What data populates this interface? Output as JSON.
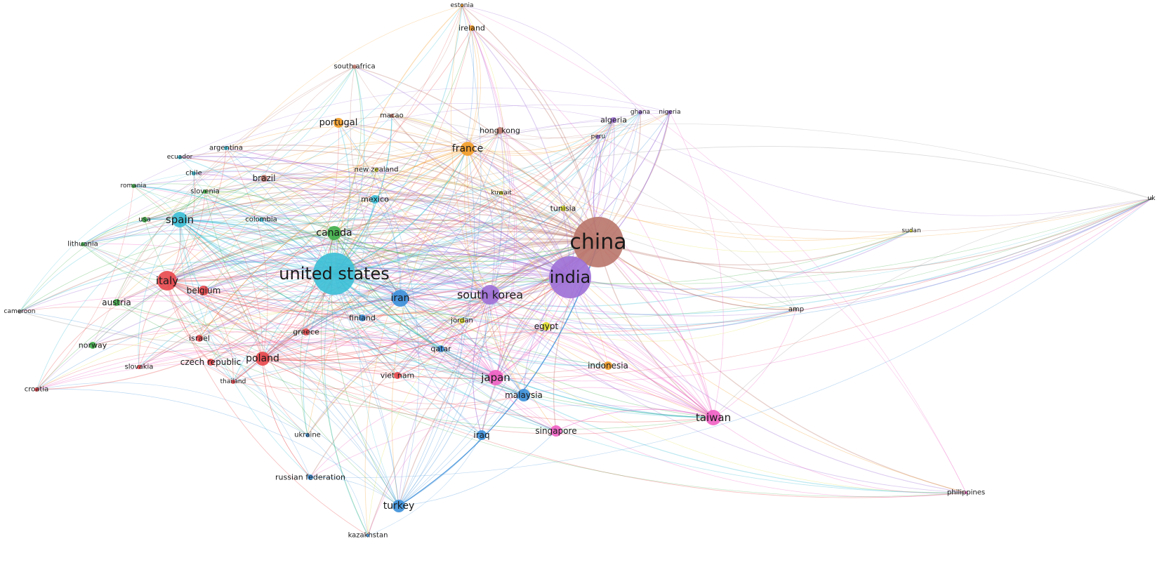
{
  "network": {
    "colors": {
      "red": "#e8474b",
      "green": "#3fae49",
      "blue": "#3b8fd9",
      "cyan": "#3bbfd6",
      "orange": "#f39c26",
      "purple": "#9d6fd6",
      "pink": "#ef5fc3",
      "brown": "#b9756a",
      "yellow": "#dede2a",
      "gray": "#9a9a9a"
    },
    "nodes": [
      {
        "id": "china",
        "label": "china",
        "cluster": "brown",
        "weight": 10
      },
      {
        "id": "india",
        "label": "india",
        "cluster": "purple",
        "weight": 8
      },
      {
        "id": "united_states",
        "label": "united states",
        "cluster": "cyan",
        "weight": 9
      },
      {
        "id": "south_korea",
        "label": "south korea",
        "cluster": "purple",
        "weight": 5
      },
      {
        "id": "iran",
        "label": "iran",
        "cluster": "blue",
        "weight": 3
      },
      {
        "id": "italy",
        "label": "italy",
        "cluster": "red",
        "weight": 4
      },
      {
        "id": "spain",
        "label": "spain",
        "cluster": "cyan",
        "weight": 4
      },
      {
        "id": "canada",
        "label": "canada",
        "cluster": "green",
        "weight": 3
      },
      {
        "id": "france",
        "label": "france",
        "cluster": "orange",
        "weight": 3
      },
      {
        "id": "taiwan",
        "label": "taiwan",
        "cluster": "pink",
        "weight": 3
      },
      {
        "id": "japan",
        "label": "japan",
        "cluster": "pink",
        "weight": 3
      },
      {
        "id": "poland",
        "label": "poland",
        "cluster": "red",
        "weight": 2
      },
      {
        "id": "turkey",
        "label": "turkey",
        "cluster": "blue",
        "weight": 2
      },
      {
        "id": "malaysia",
        "label": "malaysia",
        "cluster": "blue",
        "weight": 2
      },
      {
        "id": "singapore",
        "label": "singapore",
        "cluster": "pink",
        "weight": 2
      },
      {
        "id": "belgium",
        "label": "belgium",
        "cluster": "red",
        "weight": 2
      },
      {
        "id": "iraq",
        "label": "iraq",
        "cluster": "blue",
        "weight": 1
      },
      {
        "id": "portugal",
        "label": "portugal",
        "cluster": "orange",
        "weight": 1
      },
      {
        "id": "ireland",
        "label": "ireland",
        "cluster": "orange",
        "weight": 1
      },
      {
        "id": "brazil",
        "label": "brazil",
        "cluster": "brown",
        "weight": 1
      },
      {
        "id": "mexico",
        "label": "mexico",
        "cluster": "cyan",
        "weight": 1
      },
      {
        "id": "egypt",
        "label": "egypt",
        "cluster": "yellow",
        "weight": 1
      },
      {
        "id": "indonesia",
        "label": "indonesia",
        "cluster": "orange",
        "weight": 1
      },
      {
        "id": "hong_kong",
        "label": "hong kong",
        "cluster": "brown",
        "weight": 1
      },
      {
        "id": "austria",
        "label": "austria",
        "cluster": "green",
        "weight": 1
      },
      {
        "id": "norway",
        "label": "norway",
        "cluster": "green",
        "weight": 1
      },
      {
        "id": "czech_republic",
        "label": "czech republic",
        "cluster": "red",
        "weight": 1
      },
      {
        "id": "israel",
        "label": "israel",
        "cluster": "red",
        "weight": 1
      },
      {
        "id": "greece",
        "label": "greece",
        "cluster": "red",
        "weight": 1
      },
      {
        "id": "finland",
        "label": "finland",
        "cluster": "blue",
        "weight": 1
      },
      {
        "id": "qatar",
        "label": "qatar",
        "cluster": "blue",
        "weight": 1
      },
      {
        "id": "jordan",
        "label": "jordan",
        "cluster": "yellow",
        "weight": 1
      },
      {
        "id": "viet_nam",
        "label": "viet nam",
        "cluster": "red",
        "weight": 1
      },
      {
        "id": "algeria",
        "label": "algeria",
        "cluster": "purple",
        "weight": 1
      },
      {
        "id": "tunisia",
        "label": "tunisia",
        "cluster": "yellow",
        "weight": 1
      },
      {
        "id": "russian_federation",
        "label": "russian federation",
        "cluster": "blue",
        "weight": 1
      },
      {
        "id": "ukraine",
        "label": "ukraine",
        "cluster": "blue",
        "weight": 1
      },
      {
        "id": "slovakia",
        "label": "slovakia",
        "cluster": "red",
        "weight": 1
      },
      {
        "id": "thailand",
        "label": "thailand",
        "cluster": "red",
        "weight": 1
      },
      {
        "id": "croatia",
        "label": "croatia",
        "cluster": "red",
        "weight": 1
      },
      {
        "id": "cameroon",
        "label": "cameroon",
        "cluster": "gray",
        "weight": 1
      },
      {
        "id": "lithuania",
        "label": "lithuania",
        "cluster": "green",
        "weight": 1
      },
      {
        "id": "romania",
        "label": "romania",
        "cluster": "green",
        "weight": 1
      },
      {
        "id": "usa",
        "label": "usa",
        "cluster": "green",
        "weight": 1
      },
      {
        "id": "colombia",
        "label": "colombia",
        "cluster": "cyan",
        "weight": 1
      },
      {
        "id": "slovenia",
        "label": "slovenia",
        "cluster": "green",
        "weight": 1
      },
      {
        "id": "chile",
        "label": "chile",
        "cluster": "cyan",
        "weight": 1
      },
      {
        "id": "ecuador",
        "label": "ecuador",
        "cluster": "cyan",
        "weight": 1
      },
      {
        "id": "argentina",
        "label": "argentina",
        "cluster": "cyan",
        "weight": 1
      },
      {
        "id": "new_zealand",
        "label": "new zealand",
        "cluster": "yellow",
        "weight": 1
      },
      {
        "id": "macao",
        "label": "macao",
        "cluster": "brown",
        "weight": 1
      },
      {
        "id": "south_africa",
        "label": "south africa",
        "cluster": "brown",
        "weight": 1
      },
      {
        "id": "estonia",
        "label": "estonia",
        "cluster": "orange",
        "weight": 1
      },
      {
        "id": "kuwait",
        "label": "kuwait",
        "cluster": "yellow",
        "weight": 1
      },
      {
        "id": "peru",
        "label": "peru",
        "cluster": "purple",
        "weight": 1
      },
      {
        "id": "ghana",
        "label": "ghana",
        "cluster": "purple",
        "weight": 1
      },
      {
        "id": "nigeria",
        "label": "nigeria",
        "cluster": "purple",
        "weight": 1
      },
      {
        "id": "sudan",
        "label": "sudan",
        "cluster": "yellow",
        "weight": 1
      },
      {
        "id": "uk",
        "label": "uk",
        "cluster": "gray",
        "weight": 1
      },
      {
        "id": "amp",
        "label": "amp",
        "cluster": "gray",
        "weight": 1
      },
      {
        "id": "philippines",
        "label": "philippines",
        "cluster": "pink",
        "weight": 1
      },
      {
        "id": "kazakhstan",
        "label": "kazakhstan",
        "cluster": "blue",
        "weight": 1
      }
    ],
    "hubs": [
      "china",
      "india",
      "united_states",
      "south_korea",
      "italy",
      "canada",
      "france",
      "taiwan",
      "japan",
      "turkey",
      "iran",
      "poland",
      "spain"
    ]
  }
}
